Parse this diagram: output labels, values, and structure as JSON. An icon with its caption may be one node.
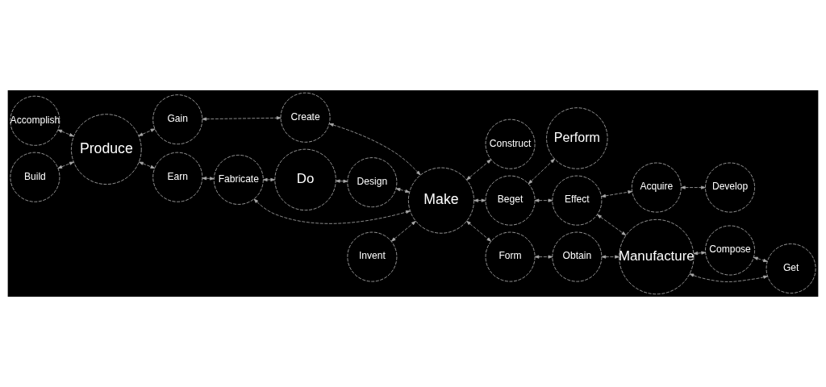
{
  "diagram": {
    "nodes": [
      {
        "text": [
          "Accomplish"
        ]
      },
      {
        "text": [
          "Build"
        ]
      },
      {
        "text": [
          "Produce"
        ]
      },
      {
        "text": [
          "Gain"
        ]
      },
      {
        "text": [
          "Earn"
        ]
      },
      {
        "text": [
          "Do"
        ]
      },
      {
        "text": [
          "Create"
        ]
      },
      {
        "text": [
          "Fabricate"
        ]
      },
      {
        "text": [
          "Design"
        ]
      },
      {
        "text": [
          "Invent"
        ]
      },
      {
        "text": [
          "Make"
        ]
      },
      {
        "text": [
          "Construct"
        ]
      },
      {
        "text": [
          "Beget"
        ]
      },
      {
        "text": [
          "Perform"
        ]
      },
      {
        "text": [
          "Form"
        ]
      },
      {
        "text": [
          "Effect"
        ]
      },
      {
        "text": [
          "Obtain"
        ]
      },
      {
        "text": [
          "Acquire"
        ]
      },
      {
        "text": [
          "Develop"
        ]
      },
      {
        "text": [
          "Manufacture"
        ]
      },
      {
        "text": [
          "Compose"
        ]
      },
      {
        "text": [
          "Get"
        ]
      }
    ],
    "edges": [
      {
        "from": 0,
        "to": 2,
        "arrow": "both"
      },
      {
        "from": 1,
        "to": 2,
        "arrow": "both"
      },
      {
        "from": 2,
        "to": 3,
        "arrow": "both"
      },
      {
        "from": 2,
        "to": 4,
        "arrow": "both"
      },
      {
        "from": 3,
        "to": 6,
        "arrow": "both"
      },
      {
        "from": 6,
        "to": 10,
        "arrow": "both"
      },
      {
        "from": 4,
        "to": 7,
        "arrow": "both"
      },
      {
        "from": 7,
        "to": 10,
        "arrow": "both"
      },
      {
        "from": 7,
        "to": 5,
        "arrow": "both"
      },
      {
        "from": 5,
        "to": 8,
        "arrow": "both"
      },
      {
        "from": 8,
        "to": 10,
        "arrow": "both"
      },
      {
        "from": 9,
        "to": 10,
        "arrow": "both"
      },
      {
        "from": 10,
        "to": 12,
        "arrow": "both"
      },
      {
        "from": 12,
        "to": 13,
        "arrow": "both"
      },
      {
        "from": 12,
        "to": 15,
        "arrow": "both"
      },
      {
        "from": 10,
        "to": 11,
        "arrow": "both"
      },
      {
        "from": 10,
        "to": 14,
        "arrow": "both"
      },
      {
        "from": 14,
        "to": 16,
        "arrow": "both"
      },
      {
        "from": 15,
        "to": 17,
        "arrow": "both"
      },
      {
        "from": 15,
        "to": 19,
        "arrow": "both"
      },
      {
        "from": 17,
        "to": 18,
        "arrow": "both"
      },
      {
        "from": 16,
        "to": 19,
        "arrow": "both"
      },
      {
        "from": 19,
        "to": 21,
        "arrow": "both"
      },
      {
        "from": 19,
        "to": 20,
        "arrow": "both"
      },
      {
        "from": 20,
        "to": 21,
        "arrow": "both"
      }
    ]
  }
}
